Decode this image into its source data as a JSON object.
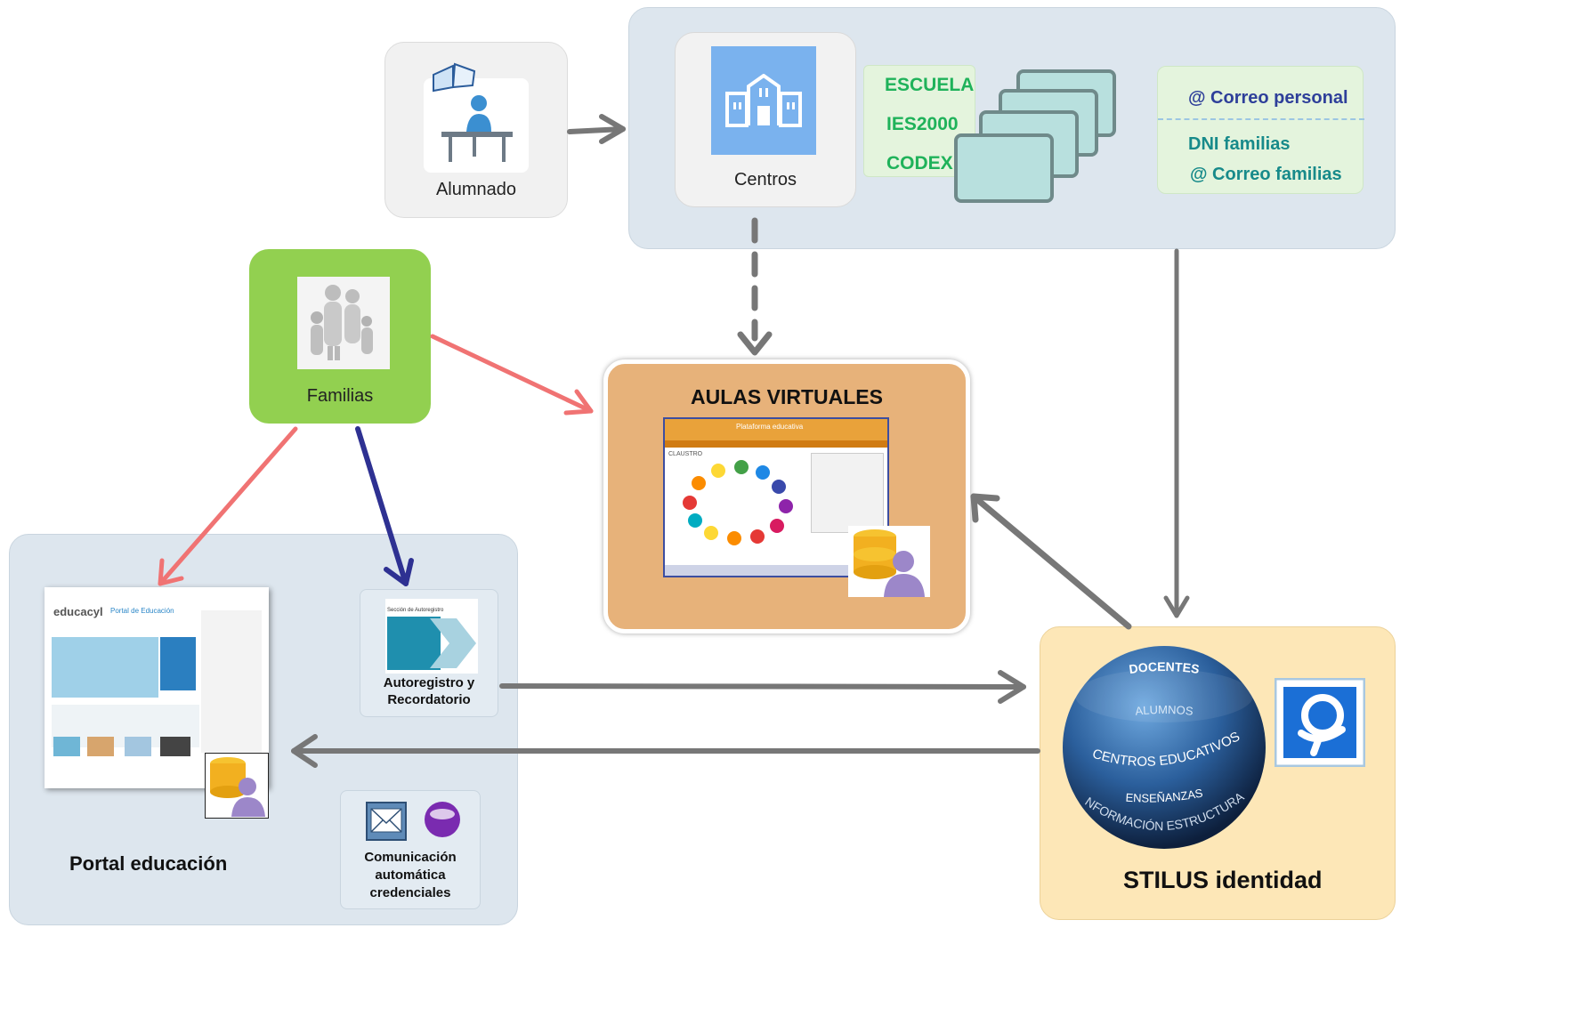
{
  "nodes": {
    "alumnado": "Alumnado",
    "centros": "Centros",
    "familias": "Familias",
    "aulas": "AULAS VIRTUALES",
    "portal": "Portal educación",
    "stilus": "STILUS identidad",
    "autoregistro_line1": "Autoregistro y",
    "autoregistro_line2": "Recordatorio",
    "comunicacion_line1": "Comunicación",
    "comunicacion_line2": "automática",
    "comunicacion_line3": "credenciales"
  },
  "systems": [
    "ESCUELA",
    "IES2000",
    "CODEX"
  ],
  "correo": {
    "personal": "@ Correo personal",
    "dni": "DNI familias",
    "familias": "@ Correo familias"
  },
  "sphere_layers": [
    "DOCENTES",
    "ALUMNOS",
    "CENTROS EDUCATIVOS",
    "ENSEÑANZAS",
    "INFORMACIÓN ESTRUCTURAL"
  ],
  "thumbnails": {
    "portal_brand": "educacyl",
    "portal_sub": "Portal de Educación",
    "aulas_header": "Plataforma educativa",
    "aulas_side": "CLAUSTRO",
    "autoreg_title": "Sección de Autoregistro"
  },
  "colors": {
    "arrow_gray": "#777777",
    "arrow_red": "#f07373",
    "arrow_blue": "#2e3192",
    "familias_green": "#92d050",
    "aulas_orange": "#e7b27a",
    "stilus_yellow": "#fde7b7"
  }
}
